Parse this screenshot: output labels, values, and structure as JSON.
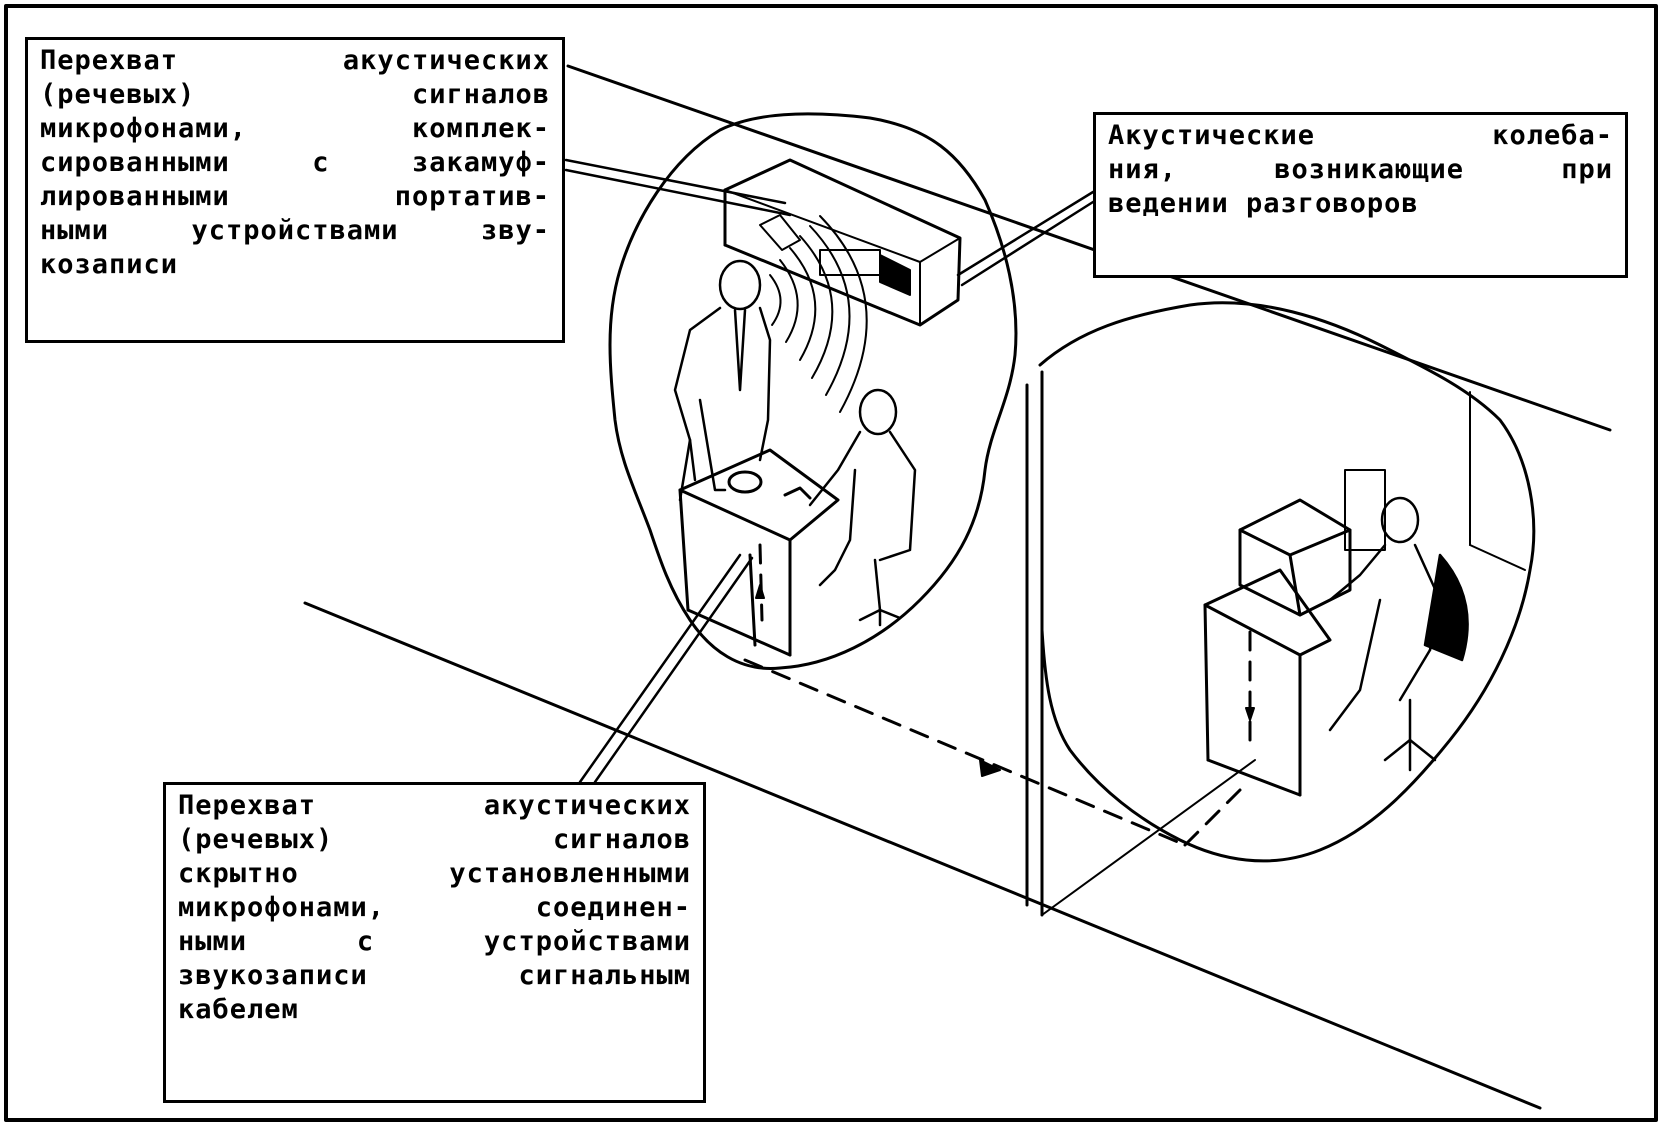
{
  "callouts": {
    "top_left": {
      "lines": [
        "Перехват акустических",
        "(речевых) сигналов",
        "микрофонами, комплек-",
        "сированными с закамуф-",
        "лированными портатив-",
        "ными устройствами зву-",
        "козаписи"
      ]
    },
    "top_right": {
      "lines": [
        "Акустические колеба-",
        "ния, возникающие при",
        "ведении разговоров"
      ]
    },
    "bottom": {
      "lines": [
        "Перехват акустических",
        "(речевых) сигналов",
        "скрытно установленными",
        "микрофонами, соединен-",
        "ными с устройствами",
        "звукозаписи сигнальным",
        "кабелем"
      ]
    }
  },
  "colors": {
    "ink": "#000000",
    "paper": "#ffffff"
  }
}
